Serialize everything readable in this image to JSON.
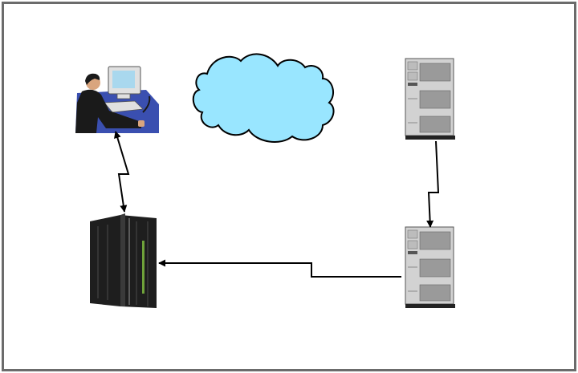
{
  "diagram": {
    "nodes": [
      {
        "id": "user",
        "icon": "user-workstation-icon"
      },
      {
        "id": "internet",
        "icon": "cloud-icon"
      },
      {
        "id": "server-top",
        "icon": "tower-server-icon"
      },
      {
        "id": "server-bottom",
        "icon": "tower-server-icon"
      },
      {
        "id": "mainframe",
        "icon": "mainframe-icon"
      }
    ],
    "links": [
      {
        "from": "mainframe",
        "to": "user",
        "kind": "lightning",
        "arrows": "both"
      },
      {
        "from": "server-top",
        "to": "server-bottom",
        "kind": "lightning",
        "arrows": "end"
      },
      {
        "from": "server-bottom",
        "to": "mainframe",
        "kind": "stepped",
        "arrows": "end"
      }
    ],
    "colors": {
      "border": "#6b6b6b",
      "cloud_fill": "#99e6ff",
      "server_fill": "#d2d2d2",
      "mainframe_fill": "#1e1e1e",
      "mainframe_accent": "#6fa23a",
      "desk_fill": "#3a4fb0",
      "monitor_fill": "#e0e0e0",
      "screen_fill": "#a9d8ee",
      "suit_fill": "#1a1a1a",
      "line": "#000000"
    }
  }
}
